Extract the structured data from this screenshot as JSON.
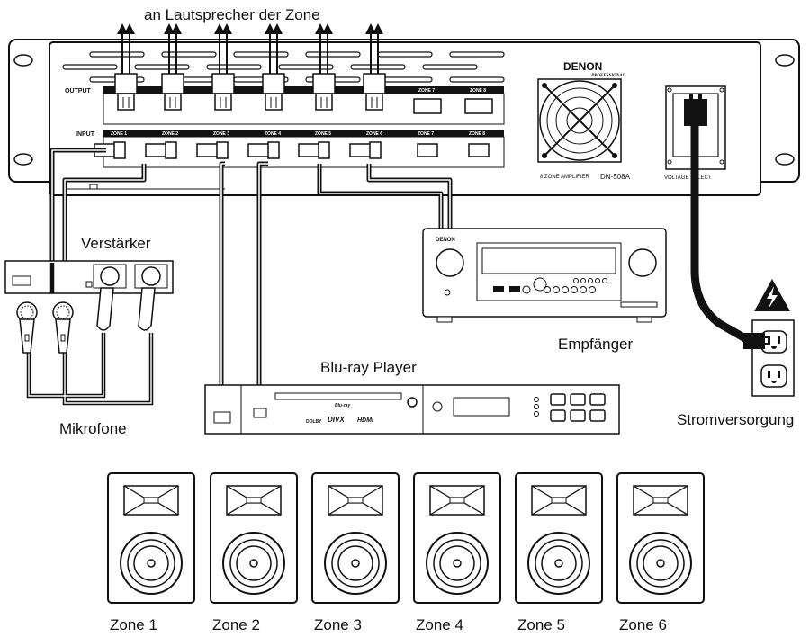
{
  "labels": {
    "speakers_caption": "an Lautsprecher der Zone",
    "amplifier": "Verstärker",
    "receiver": "Empfänger",
    "bluray": "Blu-ray Player",
    "microphones": "Mikrofone",
    "power": "Stromversorgung"
  },
  "device": {
    "brand": "DENON",
    "brand_sub": "PROFESSIONAL",
    "model_line": "8 ZONE AMPLIFIER",
    "model": "DN-508A",
    "voltage_select": "VOLTAGE SELECT",
    "output_label": "OUTPUT",
    "input_label": "INPUT",
    "output_zones": [
      "ZONE 7",
      "ZONE 8"
    ],
    "input_zones": [
      "ZONE 1",
      "ZONE 2",
      "ZONE 3",
      "ZONE 4",
      "ZONE 5",
      "ZONE 6",
      "ZONE 7",
      "ZONE 8"
    ]
  },
  "receiver_panel": {
    "brand": "DENON"
  },
  "bluray_panel": {
    "brand": "Blu-ray",
    "logos": [
      "DOLBY",
      "DIVX",
      "HDMI"
    ]
  },
  "zones": [
    "Zone 1",
    "Zone 2",
    "Zone 3",
    "Zone 4",
    "Zone 5",
    "Zone 6"
  ]
}
